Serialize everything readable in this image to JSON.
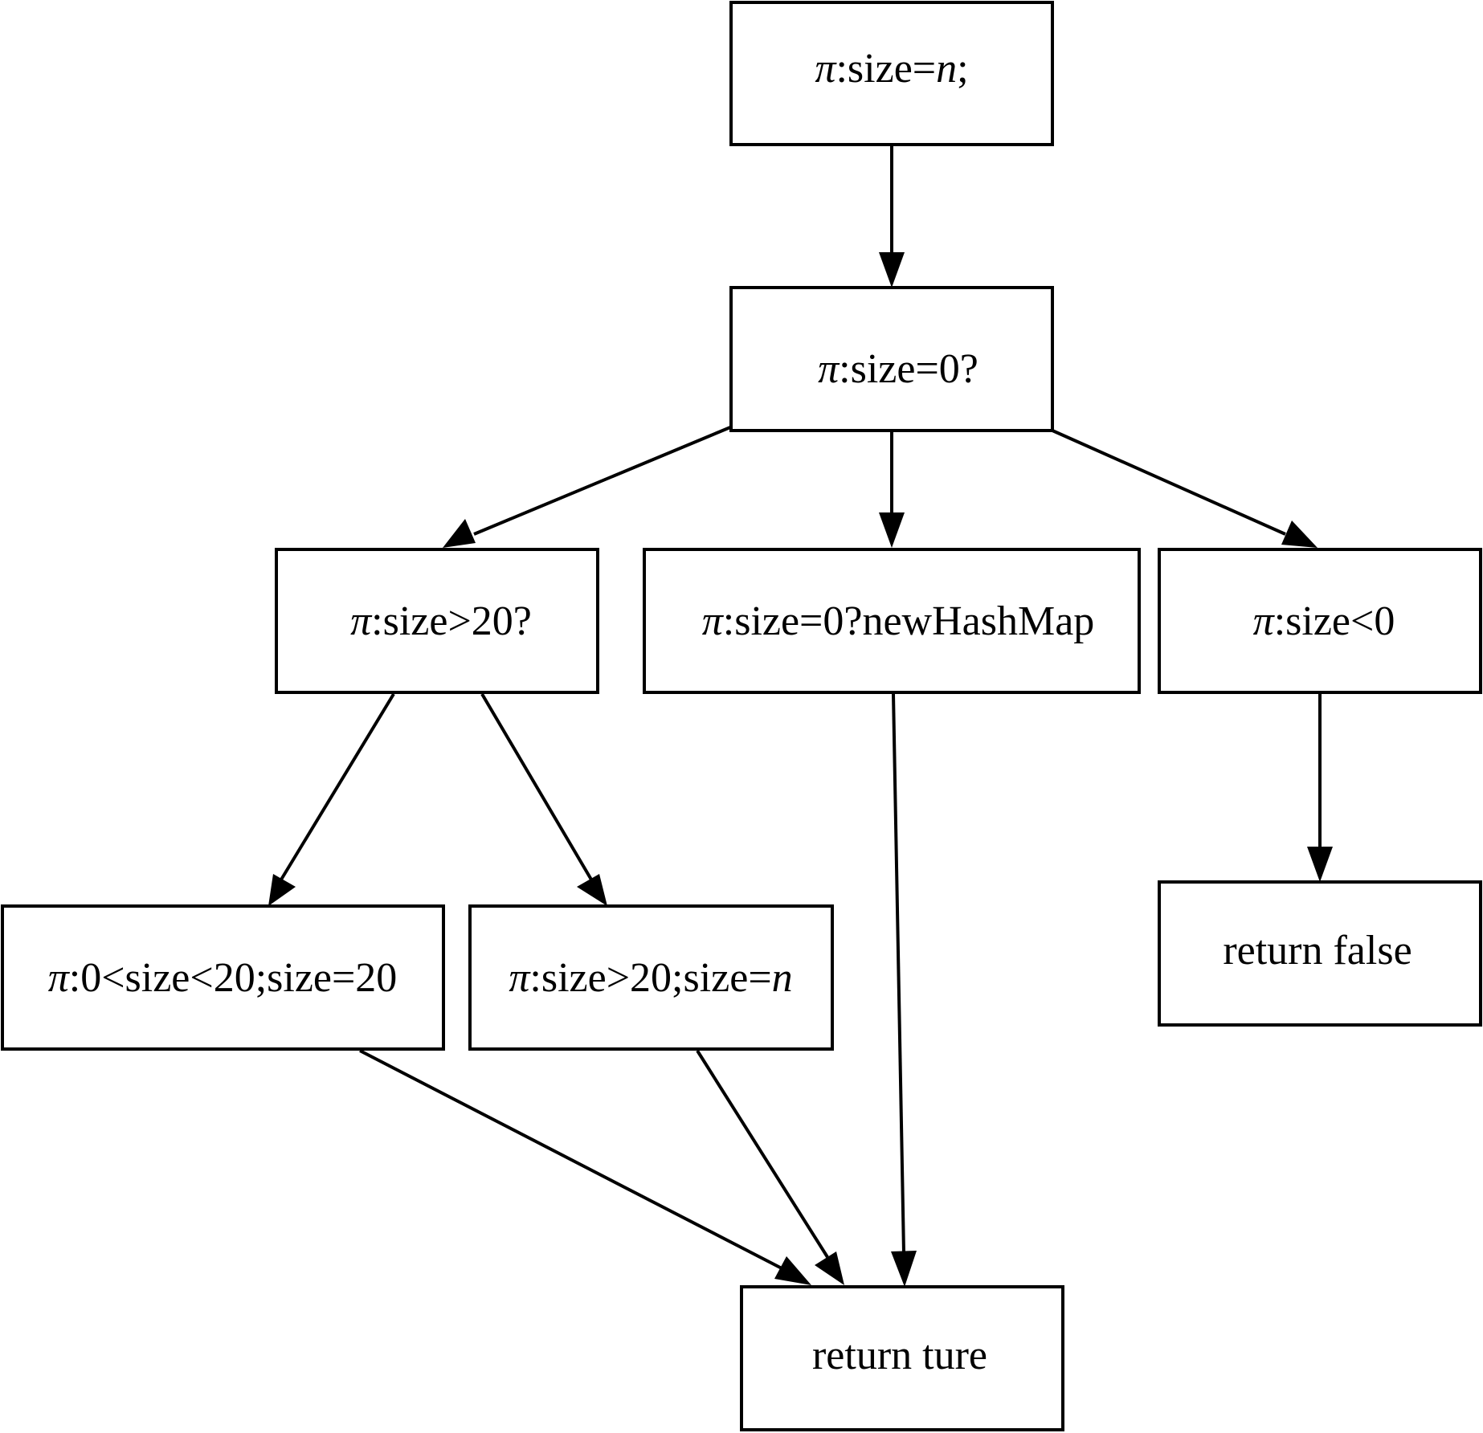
{
  "nodes": {
    "init": {
      "pre": "",
      "italic1": "π",
      "mid": ":size=",
      "italic2": "n",
      "post": ";"
    },
    "check_zero": {
      "pre": "",
      "italic1": "π",
      "mid": ":size=0?",
      "italic2": "",
      "post": ""
    },
    "check_gt20": {
      "pre": "",
      "italic1": "π",
      "mid": ":size>20?",
      "italic2": "",
      "post": ""
    },
    "new_hashmap": {
      "pre": "",
      "italic1": "π",
      "mid": ":size=0?newHashMap",
      "italic2": "",
      "post": ""
    },
    "size_lt0": {
      "pre": "",
      "italic1": "π",
      "mid": ":size<0",
      "italic2": "",
      "post": ""
    },
    "between_0_20": {
      "pre": "",
      "italic1": "π",
      "mid": ":0<size<20;size=20",
      "italic2": "",
      "post": ""
    },
    "gt20_assign": {
      "pre": "",
      "italic1": "π",
      "mid": ":size>20;size=",
      "italic2": "n",
      "post": ""
    },
    "return_false": {
      "pre": "return false",
      "italic1": "",
      "mid": "",
      "italic2": "",
      "post": ""
    },
    "return_true": {
      "pre": "return ture",
      "italic1": "",
      "mid": "",
      "italic2": "",
      "post": ""
    }
  },
  "colors": {
    "stroke": "#000000",
    "background": "#ffffff"
  }
}
